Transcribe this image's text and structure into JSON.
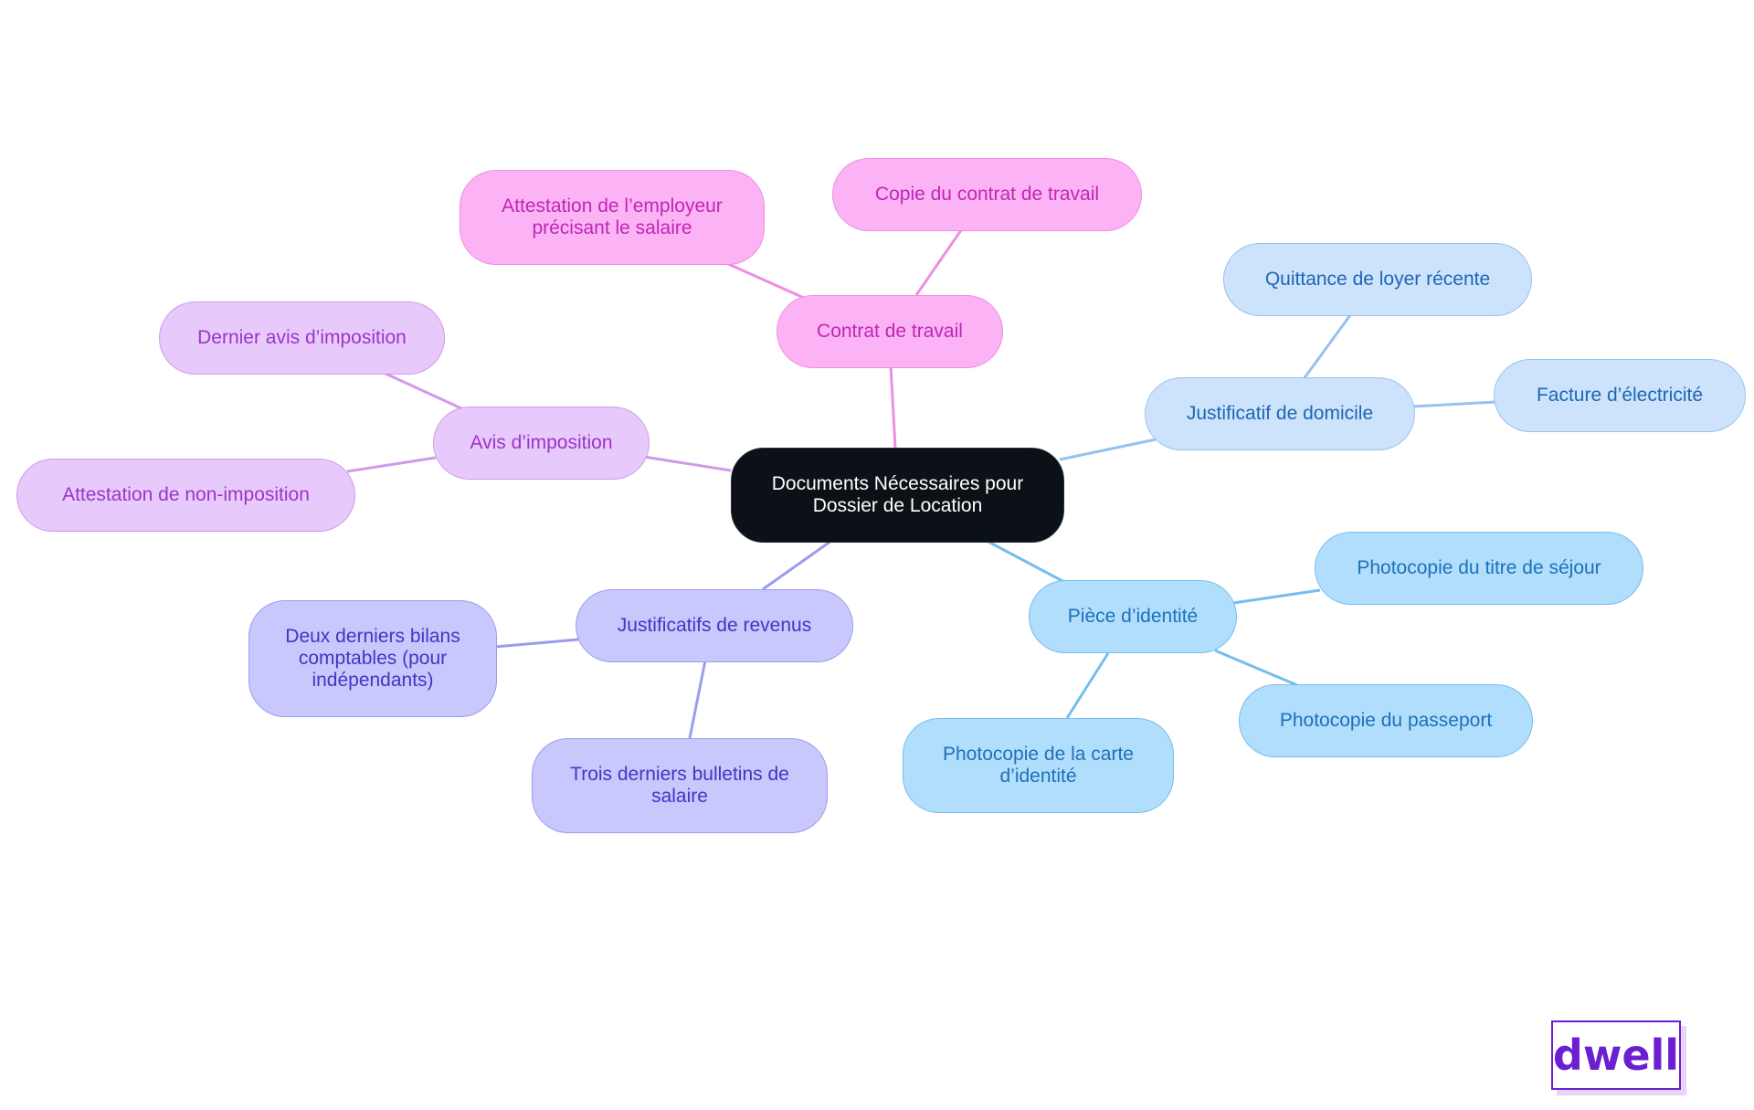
{
  "diagram": {
    "root": {
      "label": "Documents Nécessaires pour Dossier de Location"
    },
    "branches": {
      "contrat": {
        "label": "Contrat de travail",
        "children": [
          "Attestation de l’employeur précisant le salaire",
          "Copie du contrat de travail"
        ]
      },
      "avis": {
        "label": "Avis d’imposition",
        "children": [
          "Dernier avis d’imposition",
          "Attestation de non-imposition"
        ]
      },
      "revenus": {
        "label": "Justificatifs de revenus",
        "children": [
          "Deux derniers bilans comptables (pour indépendants)",
          "Trois derniers bulletins de salaire"
        ]
      },
      "identite": {
        "label": "Pièce d’identité",
        "children": [
          "Photocopie du titre de séjour",
          "Photocopie du passeport",
          "Photocopie de la carte d’identité"
        ]
      },
      "domicile": {
        "label": "Justificatif de domicile",
        "children": [
          "Quittance de loyer récente",
          "Facture d’électricité"
        ]
      }
    },
    "colors": {
      "root": "#0c1117",
      "contrat": "#fcb3f5",
      "avis": "#e8c9fb",
      "revenus": "#c8c8fc",
      "identite": "#b2defd",
      "domicile": "#cde3fb",
      "brand": "#6b1fd1"
    }
  },
  "logo": {
    "text": "dwell"
  }
}
